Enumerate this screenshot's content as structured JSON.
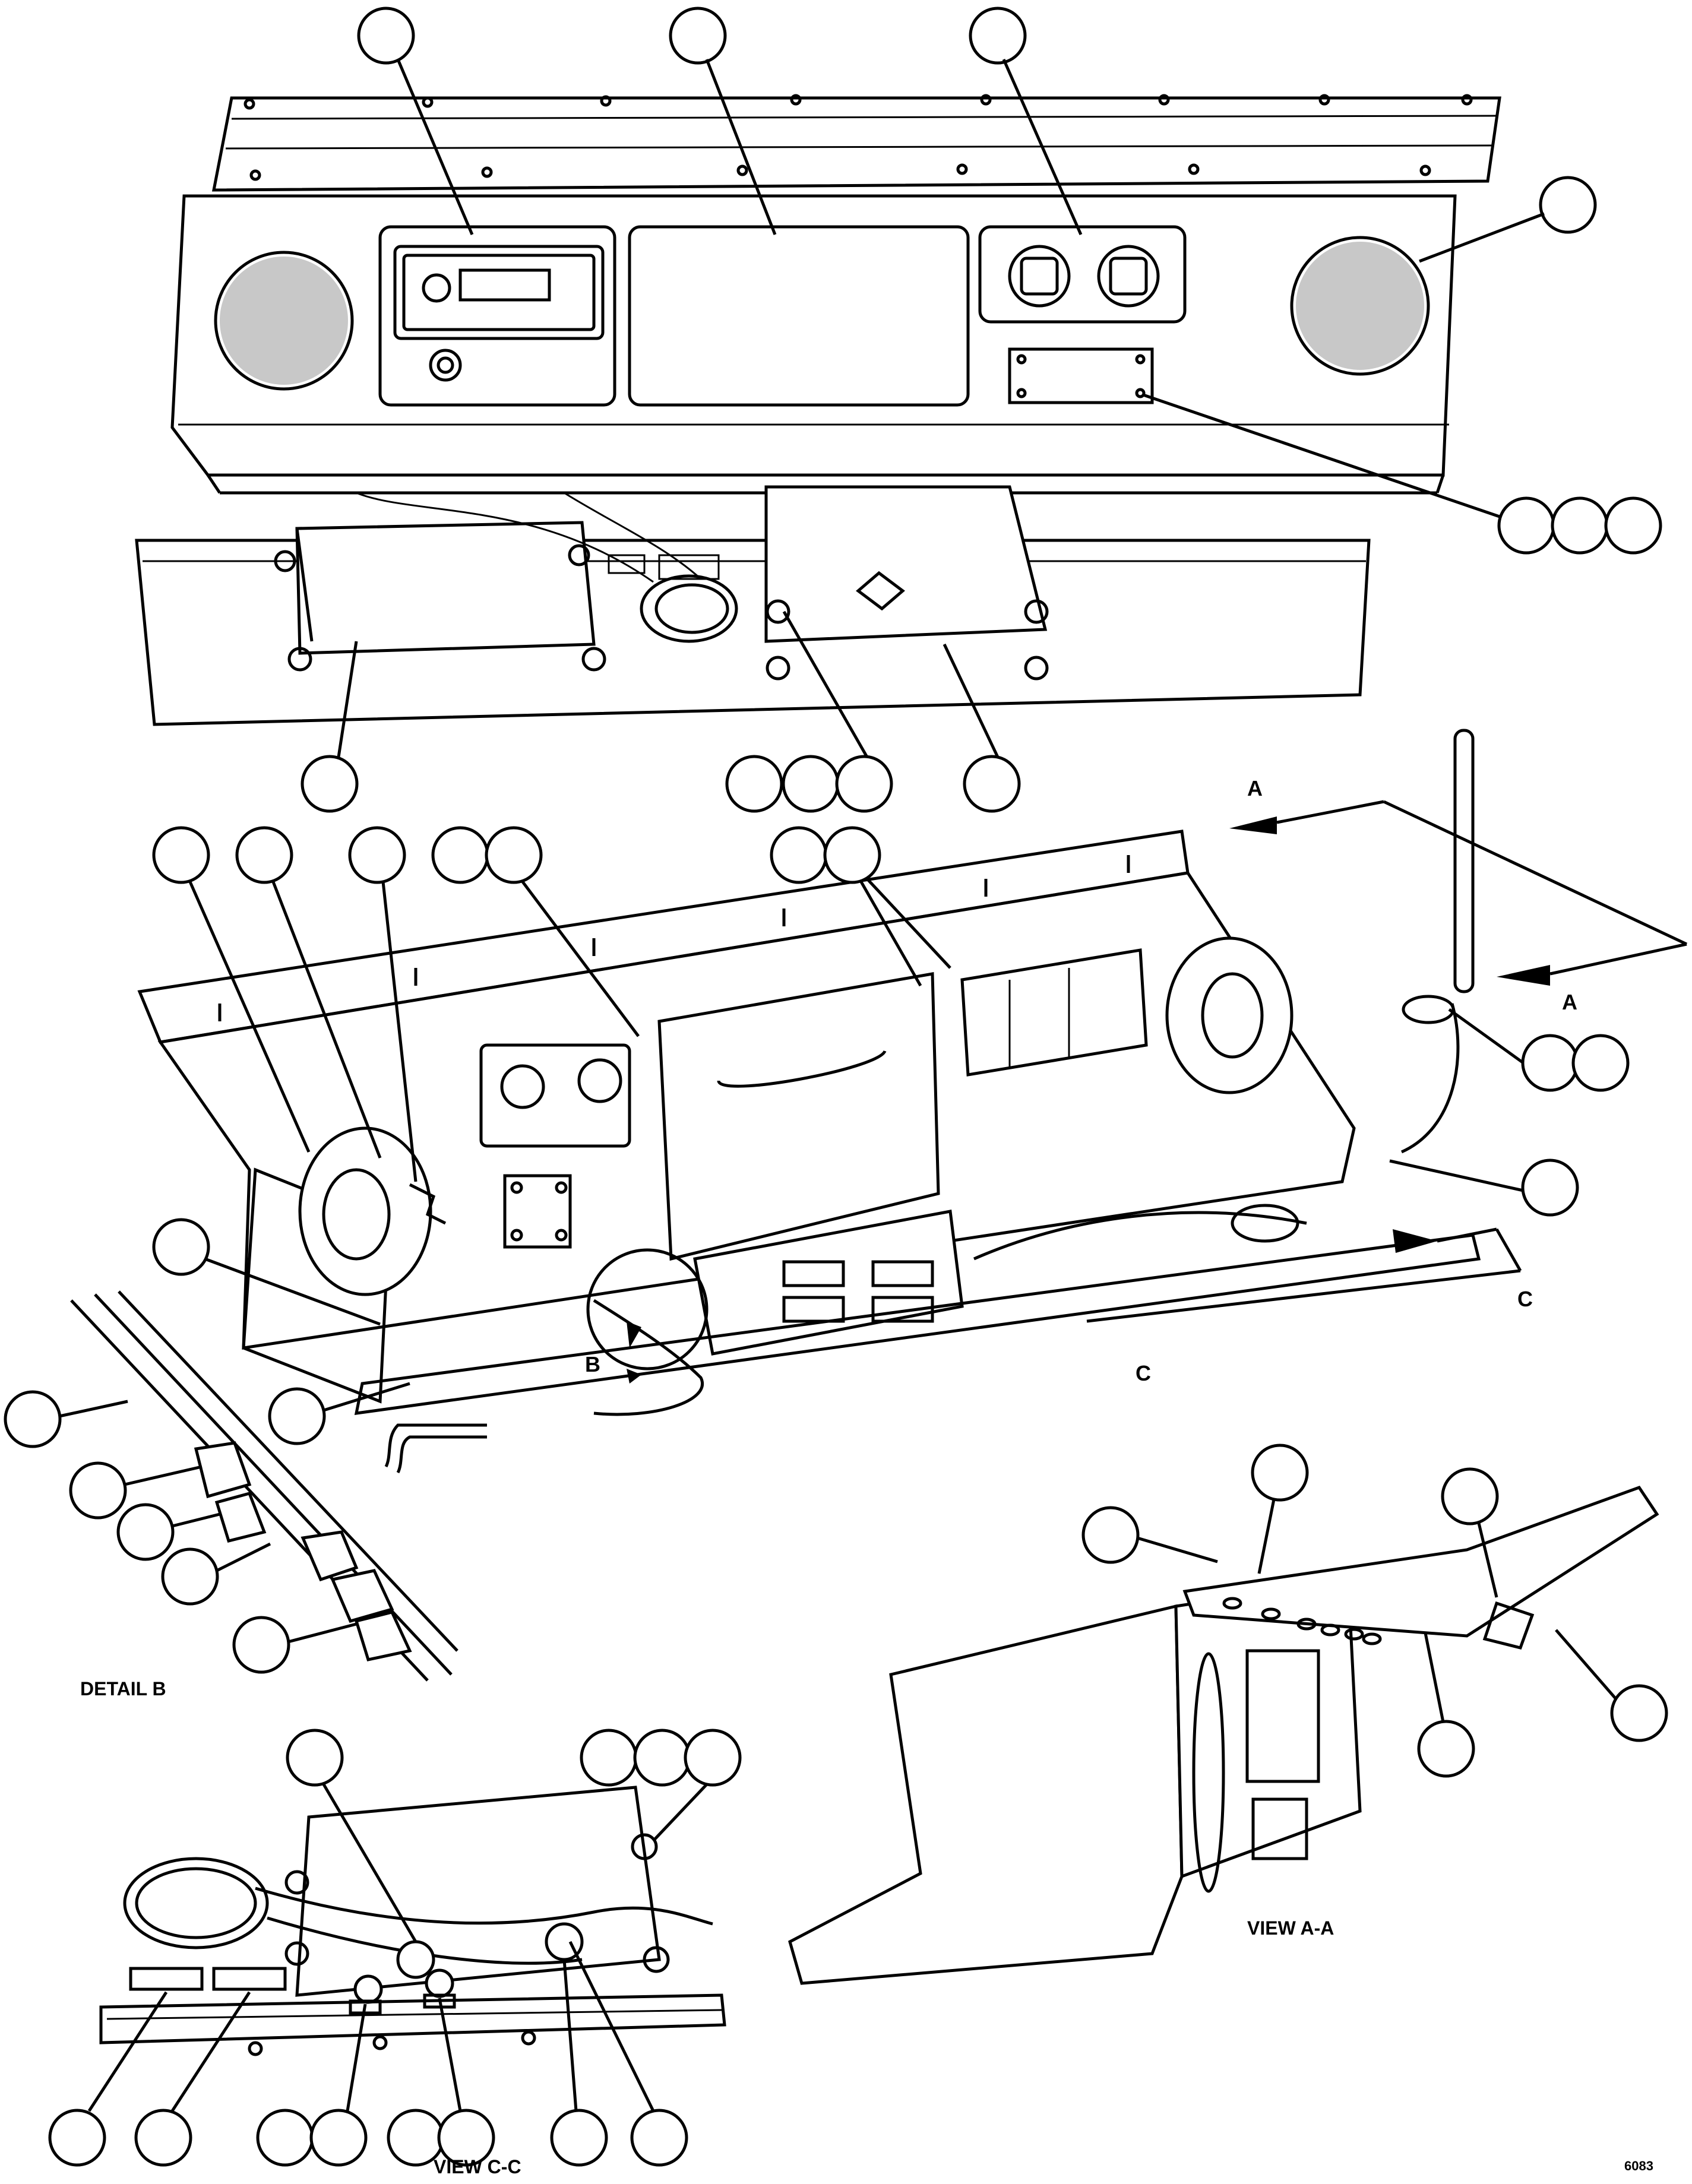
{
  "figure": {
    "section_letters": {
      "a_top": "A",
      "a_bottom": "A",
      "b": "B",
      "c_left": "C",
      "c_right": "C"
    },
    "captions": {
      "detail_b": "DETAIL B",
      "view_aa": "VIEW A-A",
      "view_cc": "VIEW C-C"
    },
    "sheet_code": "6083"
  }
}
